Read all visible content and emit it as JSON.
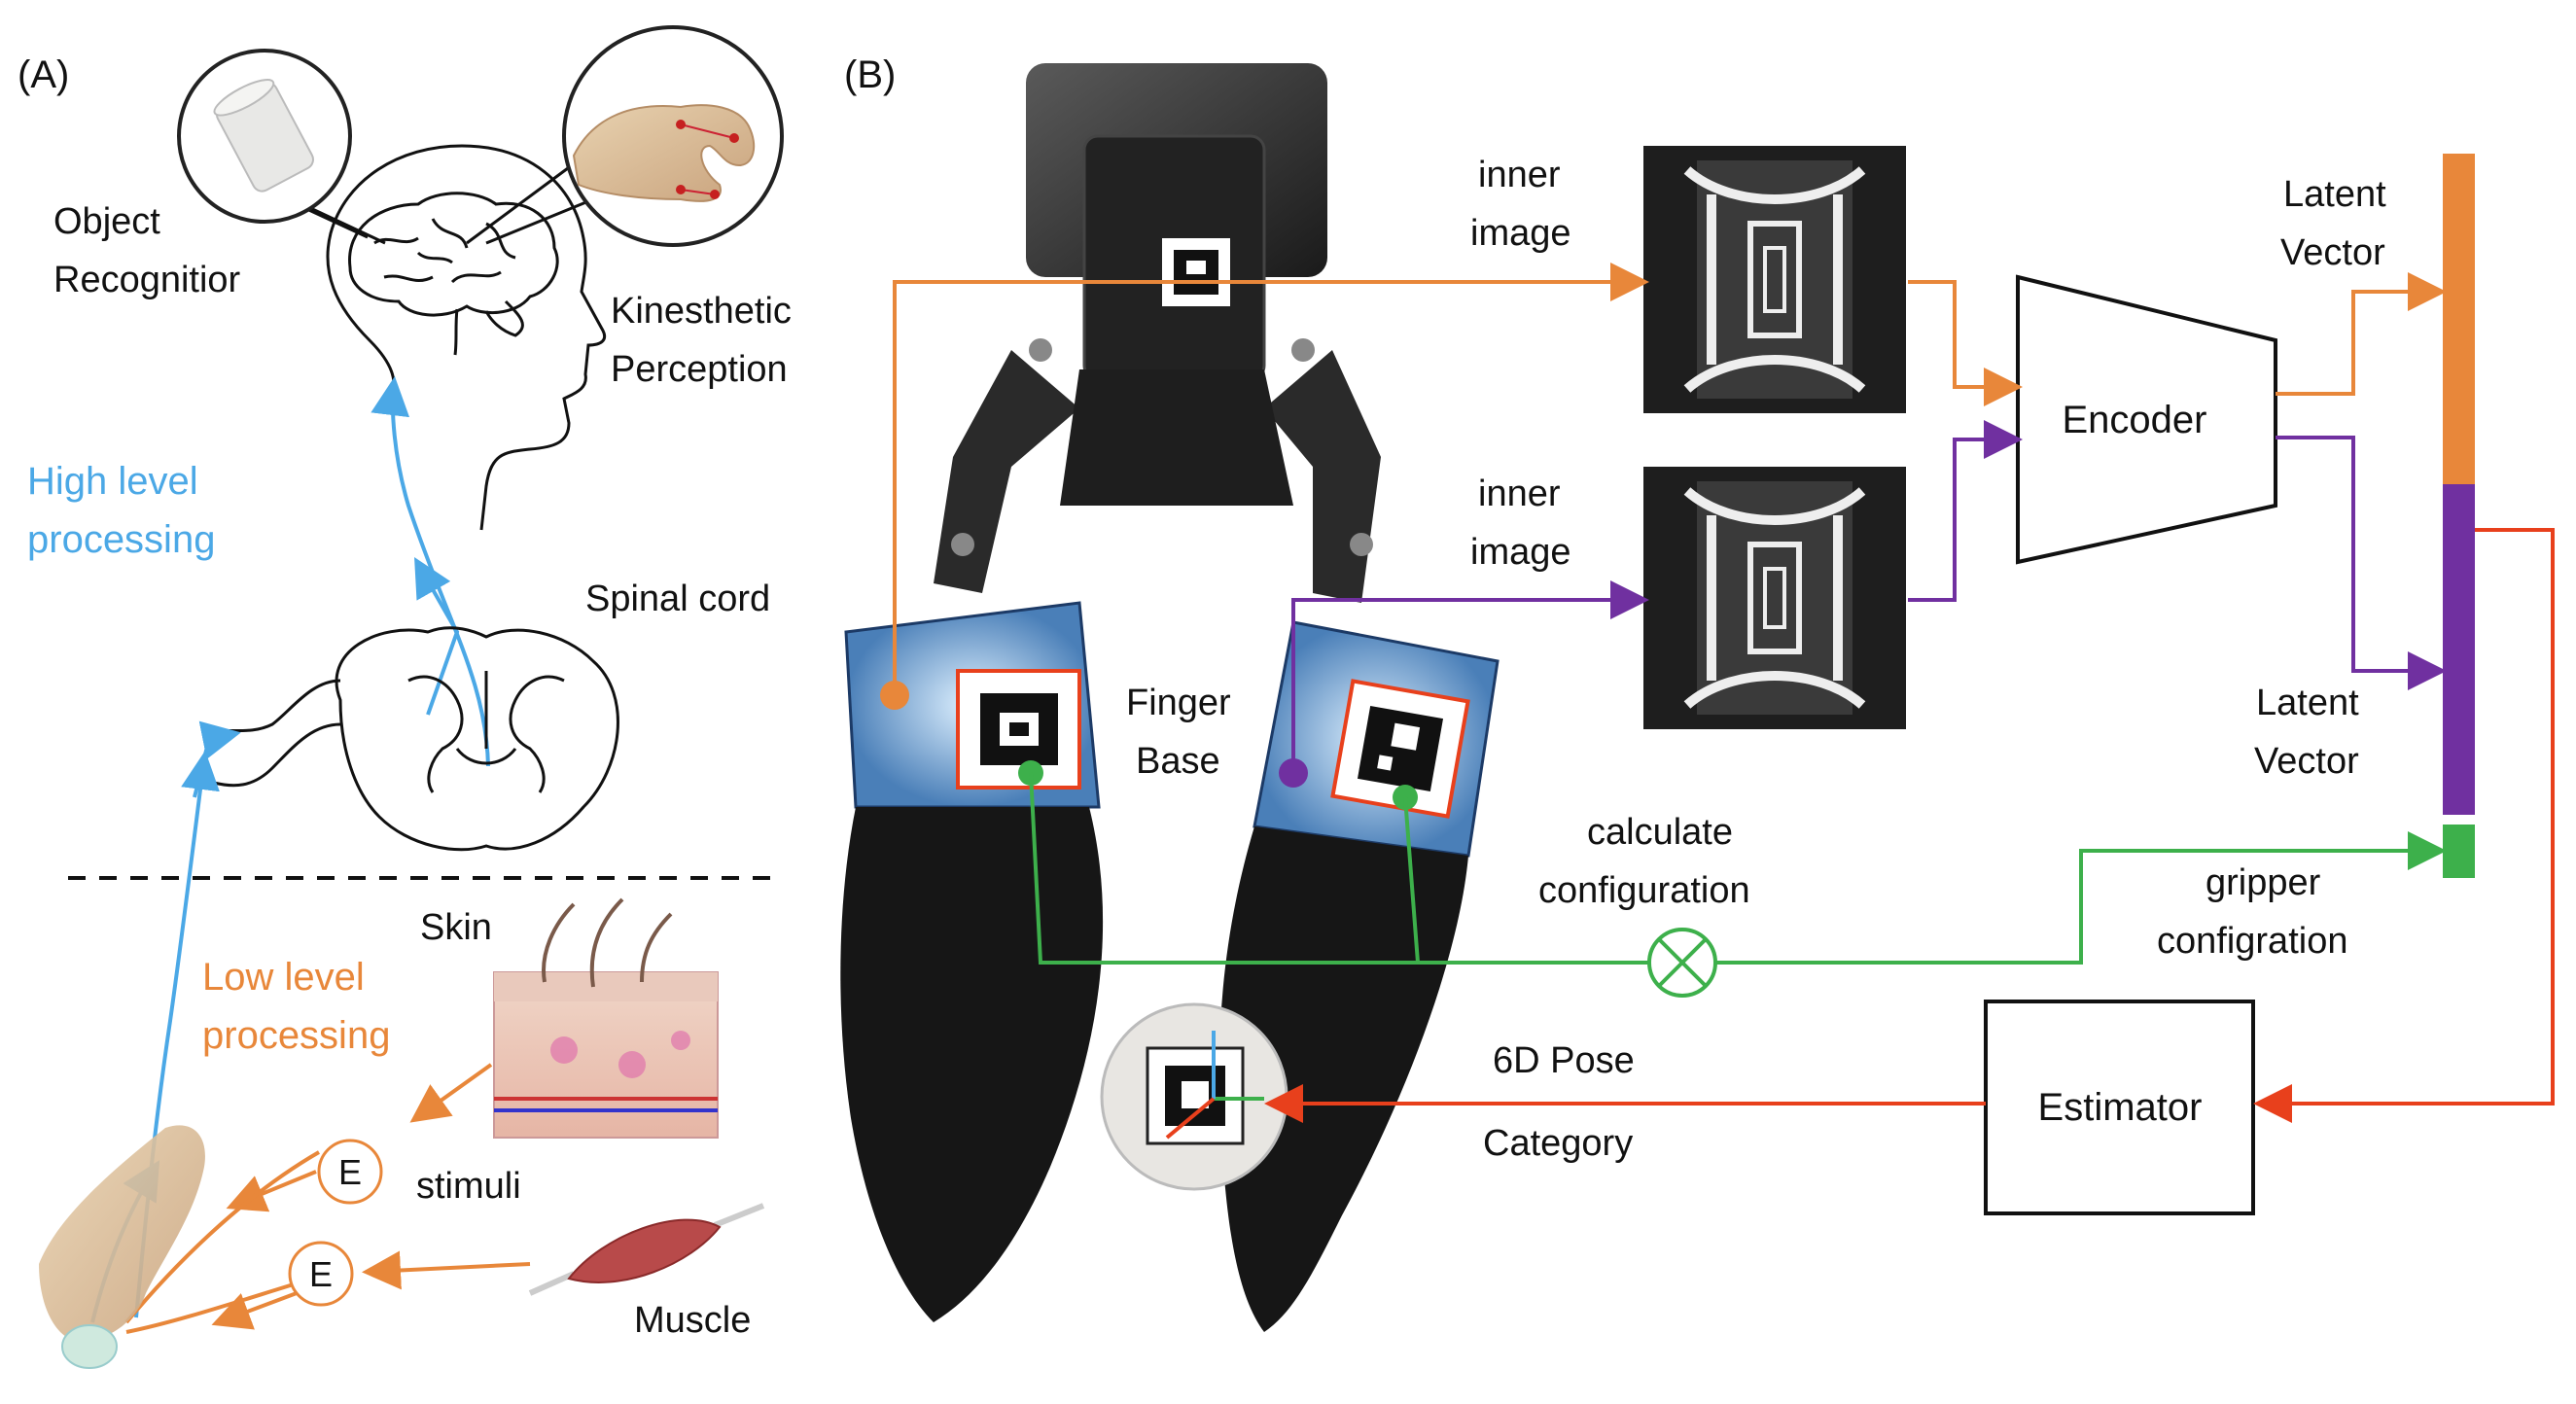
{
  "panel_a": {
    "label": "(A)",
    "object_recognition": [
      "Object",
      "Recognitior"
    ],
    "kinesthetic_perception": [
      "Kinesthetic",
      "Perception"
    ],
    "high_level_processing": [
      "High level",
      "processing"
    ],
    "spinal_cord": "Spinal cord",
    "skin": "Skin",
    "low_level_processing": [
      "Low level",
      "processing"
    ],
    "stimuli": "stimuli",
    "muscle": "Muscle",
    "e_node": "E"
  },
  "panel_b": {
    "label": "(B)",
    "inner_image_top": [
      "inner",
      "image"
    ],
    "inner_image_bottom": [
      "inner",
      "image"
    ],
    "encoder": "Encoder",
    "latent_vector_top": [
      "Latent",
      "Vector"
    ],
    "latent_vector_bottom": [
      "Latent",
      "Vector"
    ],
    "finger_base": [
      "Finger",
      "Base"
    ],
    "calculate_configuration": [
      "calculate",
      "configuration"
    ],
    "gripper_configuration": [
      "gripper",
      "configration"
    ],
    "estimator": "Estimator",
    "pose": "6D Pose",
    "category": "Category"
  },
  "colors": {
    "orange": "#E8873A",
    "blue": "#4BA8E6",
    "purple": "#7030A0",
    "green": "#3DB04B",
    "red": "#E8401C",
    "black": "#111111"
  }
}
